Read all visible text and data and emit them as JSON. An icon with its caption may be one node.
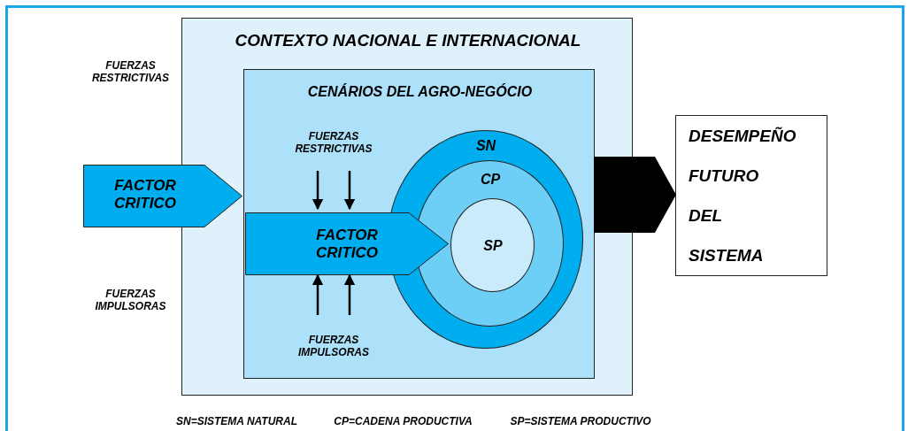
{
  "diagram": {
    "nodes": [
      {
        "text": [
          "CONTEXTO NACIONAL E INTERNACIONAL"
        ]
      },
      {
        "text": [
          "CENÁRIOS DEL AGRO-NEGÓCIO"
        ],
        "in": 0
      },
      {
        "text": [
          "FUERZAS RESTRICTIVAS"
        ],
        "in": 1
      },
      {
        "text": [
          "FACTOR CRITICO"
        ]
      },
      {
        "text": [
          "FACTOR CRITICO"
        ],
        "in": 1
      },
      {
        "text": [
          "SN"
        ],
        "in": 1
      },
      {
        "text": [
          "CP"
        ],
        "in": 5
      },
      {
        "text": [
          "SP"
        ],
        "in": 6
      },
      {
        "text": [
          "FUERZAS IMPULSORAS"
        ],
        "in": 1
      },
      {
        "text": [
          "DESEMPEÑO FUTURO DEL SISTEMA"
        ]
      }
    ],
    "edges": [
      {
        "from": 2,
        "to": 4,
        "arrow": "to"
      },
      {
        "from": 2,
        "to": 4,
        "arrow": "to"
      },
      {
        "from": 8,
        "to": 4,
        "arrow": "to"
      },
      {
        "from": 8,
        "to": 4,
        "arrow": "to"
      },
      {
        "from": 1,
        "to": 9,
        "arrow": "to",
        "style": "thick"
      }
    ],
    "labels": [
      "FUERZAS RESTRICTIVAS",
      "FUERZAS IMPULSORAS",
      "SN=SISTEMA NATURAL",
      "CP=CADENA PRODUCTIVA",
      "SP=SISTEMA PRODUCTIVO"
    ]
  }
}
